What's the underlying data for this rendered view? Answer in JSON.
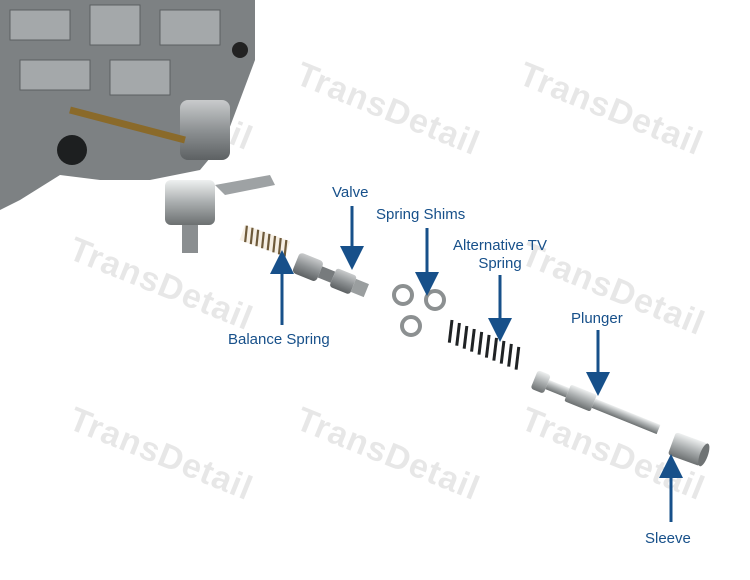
{
  "watermark": "TransDetail",
  "colors": {
    "label": "#17508a",
    "arrow": "#17508a"
  },
  "labels": {
    "valve": "Valve",
    "spring_shims": "Spring Shims",
    "alt_tv_line1": "Alternative TV",
    "alt_tv_line2": "Spring",
    "balance_spring": "Balance Spring",
    "plunger": "Plunger",
    "sleeve": "Sleeve"
  }
}
